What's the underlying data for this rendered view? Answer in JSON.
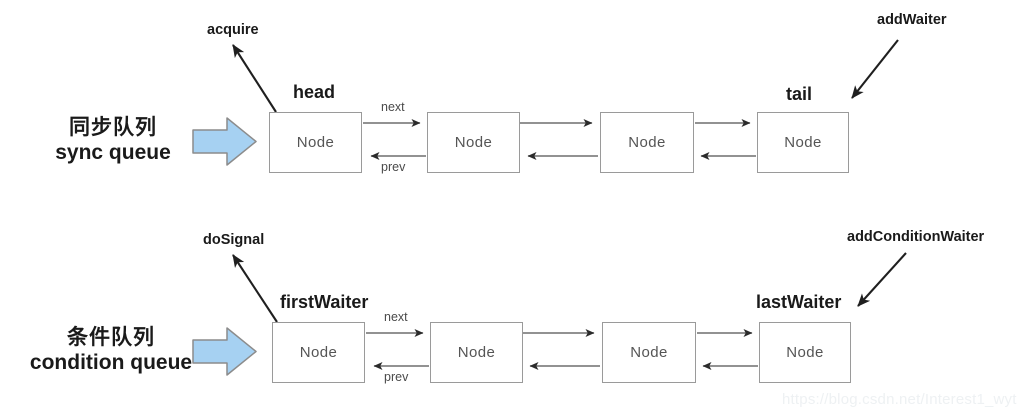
{
  "diagram": {
    "title": "AQS sync queue and condition queue linked list diagram",
    "background_color": "#ffffff",
    "node_border_color": "#9a9a9a",
    "node_text_color": "#555555",
    "block_arrow_fill": "#a6d1f2",
    "block_arrow_stroke": "#7f7f7f",
    "connector_color": "#6e6e6e",
    "callout_arrow_color": "#1f1f1f",
    "watermark_color": "#eef1f3"
  },
  "rows": [
    {
      "id": "sync-queue",
      "label_cn": "同步队列",
      "label_en": "sync queue",
      "head_label": "head",
      "tail_label": "tail",
      "head_method": "acquire",
      "tail_method": "addWaiter",
      "next_label": "next",
      "prev_label": "prev",
      "nodes": [
        {
          "text": "Node"
        },
        {
          "text": "Node"
        },
        {
          "text": "Node"
        },
        {
          "text": "Node"
        }
      ]
    },
    {
      "id": "condition-queue",
      "label_cn": "条件队列",
      "label_en": "condition queue",
      "head_label": "firstWaiter",
      "tail_label": "lastWaiter",
      "head_method": "doSignal",
      "tail_method": "addConditionWaiter",
      "next_label": "next",
      "prev_label": "prev",
      "nodes": [
        {
          "text": "Node"
        },
        {
          "text": "Node"
        },
        {
          "text": "Node"
        },
        {
          "text": "Node"
        }
      ]
    }
  ],
  "watermark": {
    "text": "https://blog.csdn.net/Interest1_wyt"
  }
}
